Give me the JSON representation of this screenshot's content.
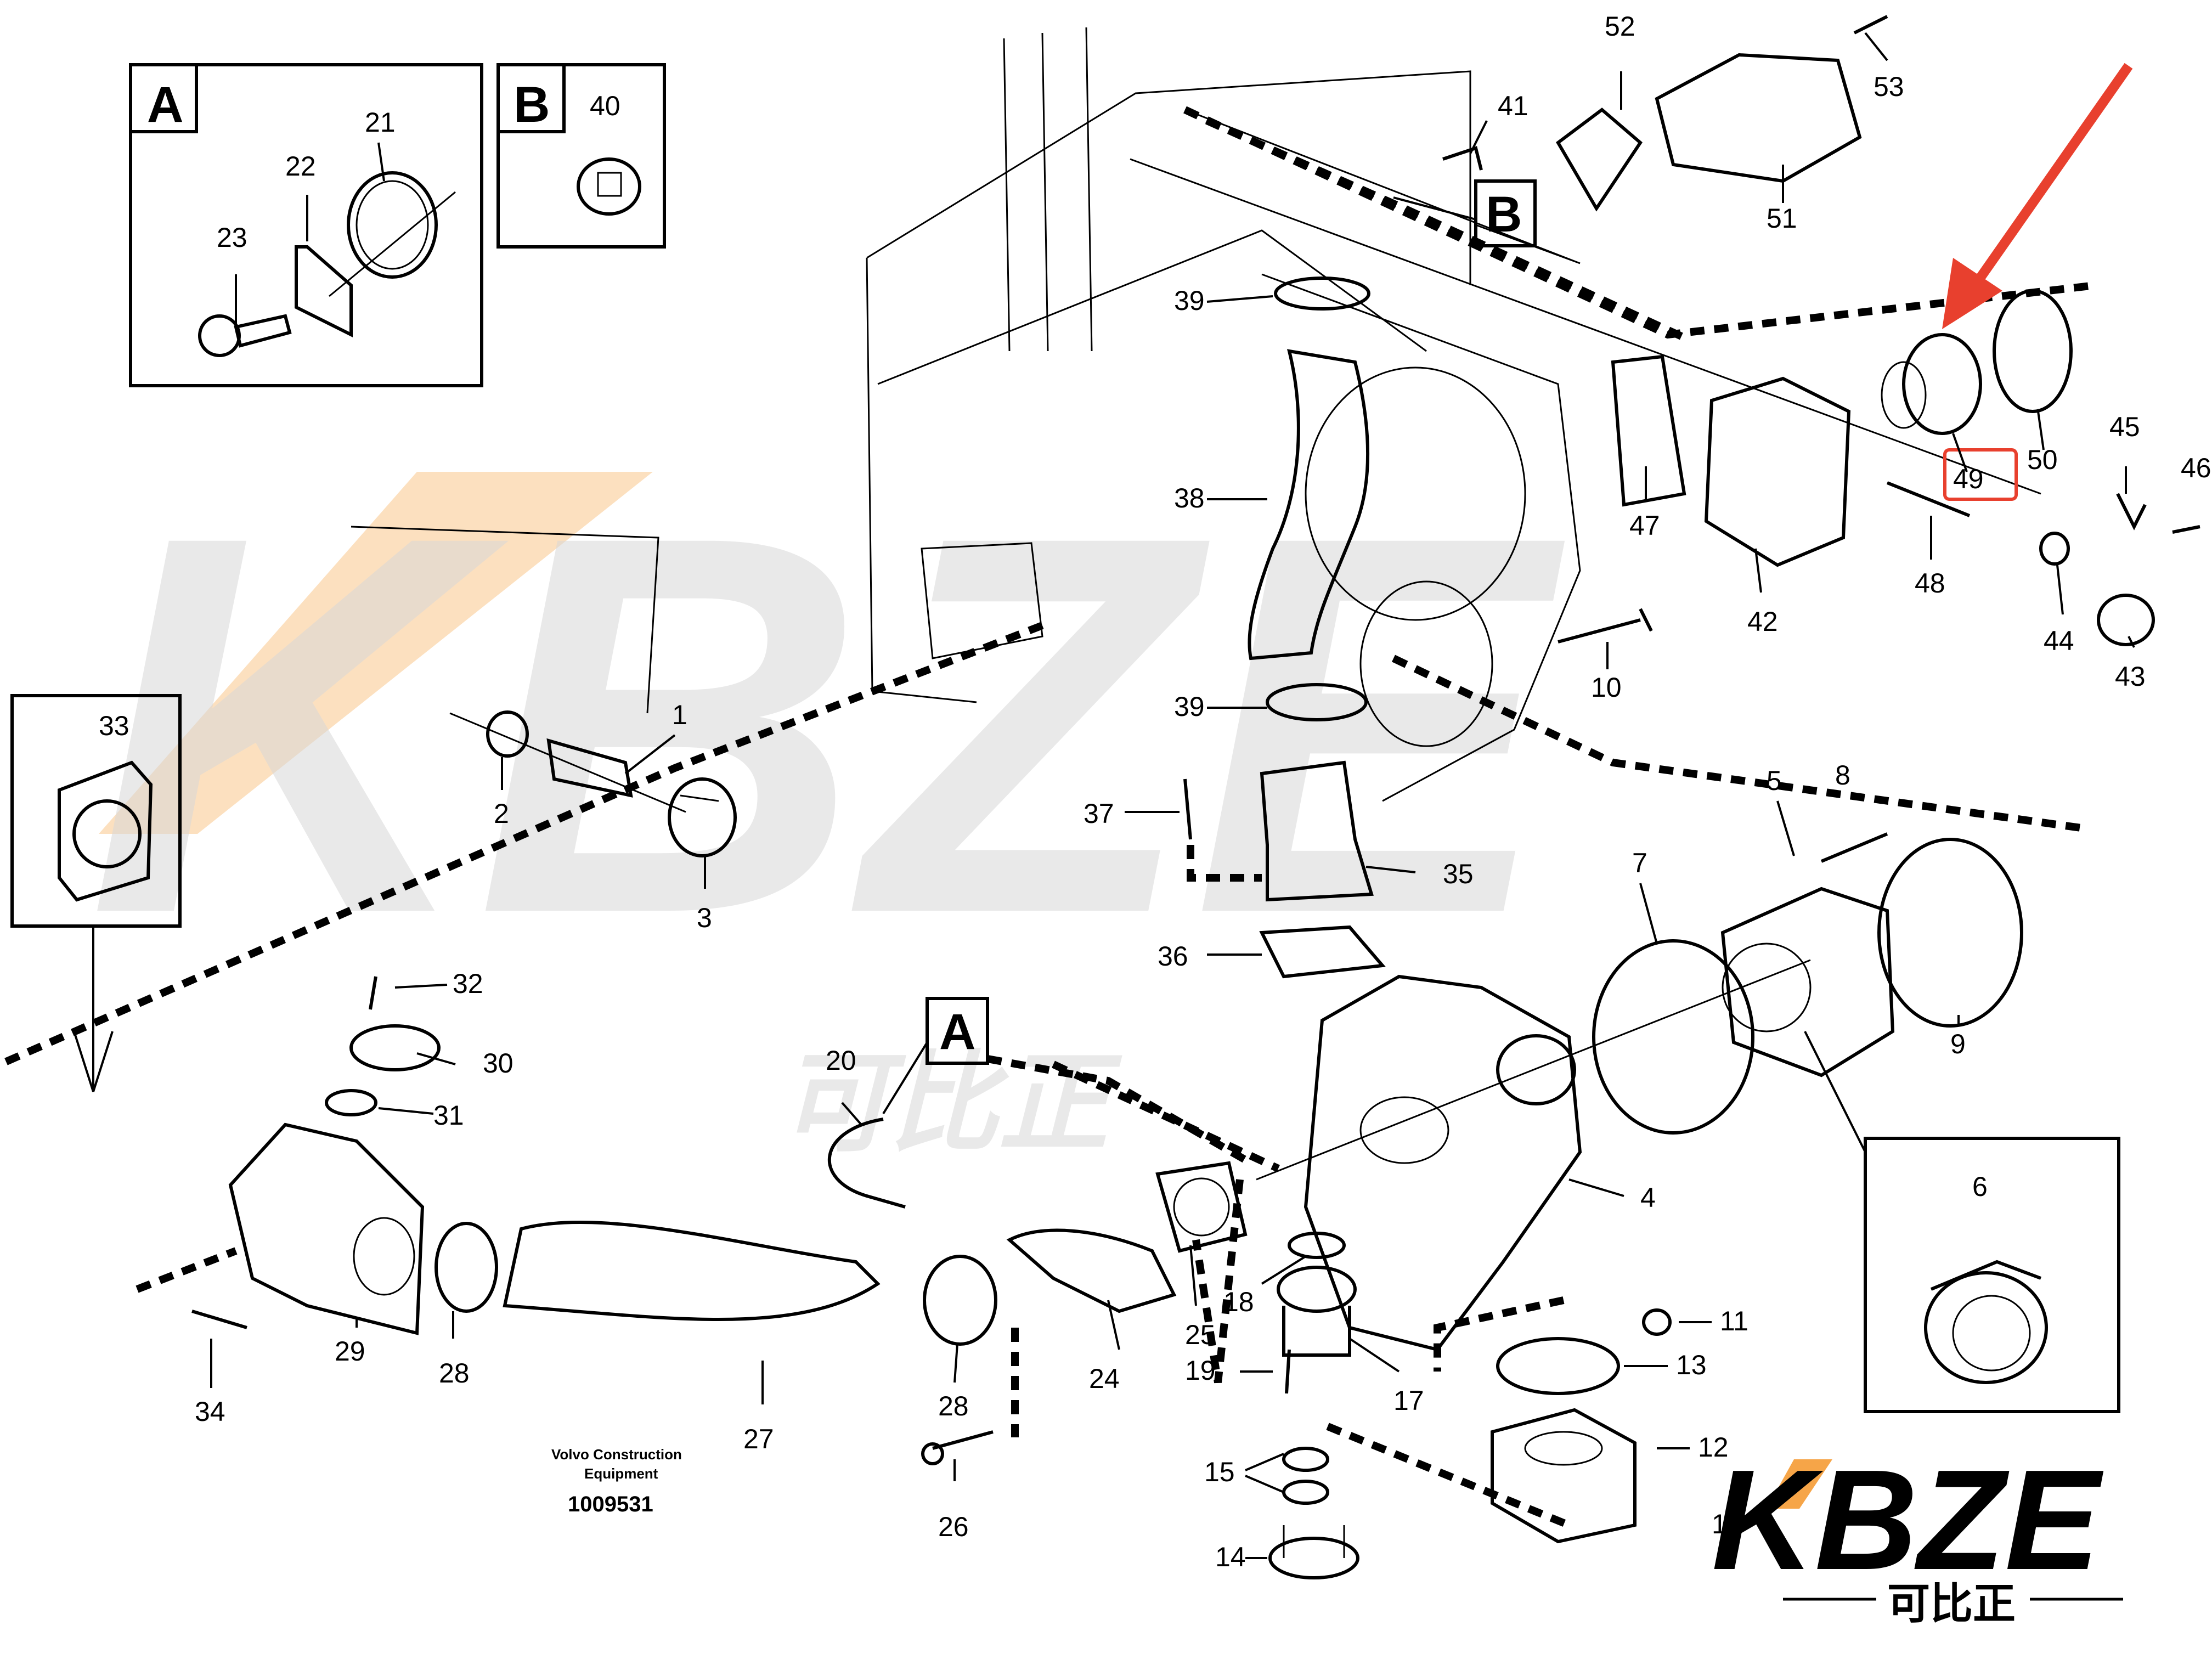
{
  "inset_letters": [
    "A",
    "B"
  ],
  "callouts": {
    "c1": "1",
    "c2": "2",
    "c3": "3",
    "c4": "4",
    "c5": "5",
    "c6": "6",
    "c7": "7",
    "c8": "8",
    "c9": "9",
    "c10": "10",
    "c11": "11",
    "c12": "12",
    "c13": "13",
    "c14": "14",
    "c15": "15",
    "c17": "17",
    "c18": "18",
    "c19": "19",
    "c20": "20",
    "c21": "21",
    "c22": "22",
    "c23": "23",
    "c24": "24",
    "c25": "25",
    "c26": "26",
    "c27": "27",
    "c28a": "28",
    "c28b": "28",
    "c29": "29",
    "c30": "30",
    "c31": "31",
    "c32": "32",
    "c33": "33",
    "c34": "34",
    "c35": "35",
    "c36": "36",
    "c37": "37",
    "c38": "38",
    "c39a": "39",
    "c39b": "39",
    "c40": "40",
    "c41": "41",
    "c42": "42",
    "c43": "43",
    "c44": "44",
    "c45": "45",
    "c46": "46",
    "c47": "47",
    "c48": "48",
    "c49": "49",
    "c50": "50",
    "c51": "51",
    "c52": "52",
    "c53": "53",
    "c16": "1"
  },
  "ref_letters": {
    "refA": "A",
    "refB": "B"
  },
  "highlight": {
    "part": "49",
    "box_color": "#e8402e",
    "arrow_color": "#e8402e"
  },
  "footer": {
    "brand_line1": "Volvo Construction",
    "brand_line2": "Equipment",
    "drawing_number": "1009531"
  },
  "watermark": {
    "logo_text": "KBZE",
    "chinese_text": "可比正",
    "logo_color": "#000000",
    "accent_color": "#f6a548"
  }
}
